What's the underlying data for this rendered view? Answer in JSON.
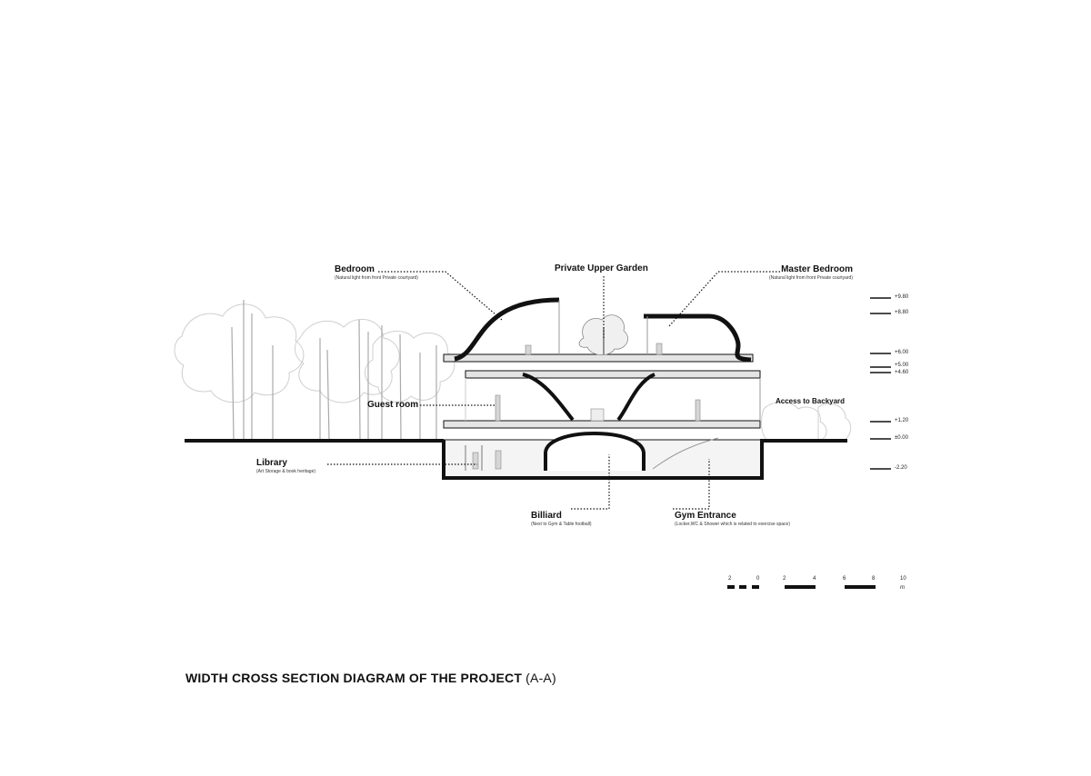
{
  "title": {
    "main": "WIDTH CROSS SECTION DIAGRAM OF THE PROJECT",
    "suffix": "(A-A)"
  },
  "labels": {
    "bedroom": {
      "title": "Bedroom",
      "sub": "(Natural light from front Private courtyard)"
    },
    "private_upper_garden": {
      "title": "Private Upper Garden"
    },
    "master_bedroom": {
      "title": "Master Bedroom",
      "sub": "(Natural light from front Private courtyard)"
    },
    "guest_room": {
      "title": "Guest room"
    },
    "access_backyard": {
      "title": "Access to Backyard"
    },
    "library": {
      "title": "Library",
      "sub": "(Art Storage  & book heritage)"
    },
    "billiard": {
      "title": "Billiard",
      "sub": "(Next to Gym & Table football)"
    },
    "gym_entrance": {
      "title": "Gym Entrance",
      "sub": "(Locker,WC & Shower which is related to exercise space)"
    }
  },
  "levels": [
    "+9.80",
    "+8.80",
    "+6.00",
    "+5.00",
    "+4.60",
    "+1.20",
    "±0.00",
    "-2.20"
  ],
  "scale_bar": {
    "ticks": [
      "2",
      "0",
      "2",
      "4",
      "6",
      "8",
      "10"
    ],
    "unit": "m"
  },
  "colors": {
    "ink": "#111111",
    "tree_gray": "#cfcfcf",
    "floor_fill": "#e4e4e4"
  }
}
